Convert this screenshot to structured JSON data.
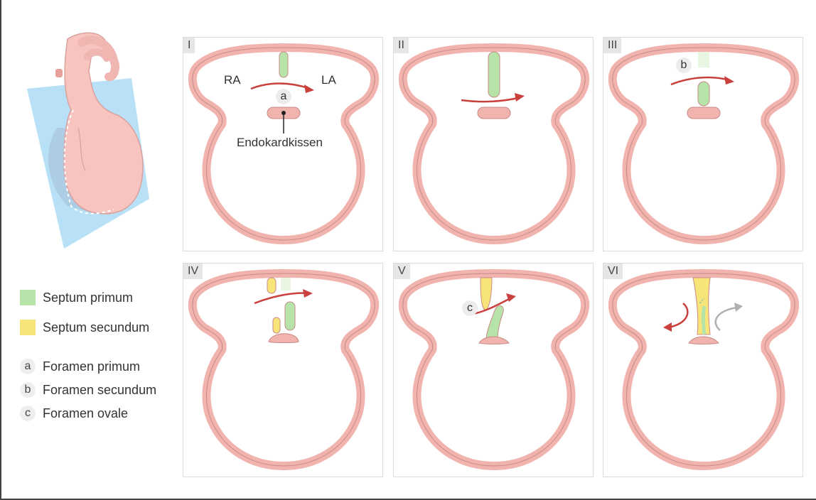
{
  "panels": [
    {
      "label": "I"
    },
    {
      "label": "II"
    },
    {
      "label": "III"
    },
    {
      "label": "IV"
    },
    {
      "label": "V"
    },
    {
      "label": "VI"
    }
  ],
  "annotations": {
    "ra": "RA",
    "la": "LA",
    "endocardial_cushion": "Endokardkissen",
    "a": "a",
    "b": "b",
    "c": "c"
  },
  "legend": {
    "septum_primum": "Septum primum",
    "septum_secundum": "Septum secundum",
    "items": [
      {
        "letter": "a",
        "text": "Foramen primum"
      },
      {
        "letter": "b",
        "text": "Foramen secundum"
      },
      {
        "letter": "c",
        "text": "Foramen ovale"
      }
    ]
  },
  "colors": {
    "heart_wall": "#f2b3ae",
    "heart_outline": "#c98a86",
    "septum_primum": "#b5e3a8",
    "septum_secundum": "#f8e57a",
    "arrow_red": "#c9403c",
    "arrow_gray": "#b0b0b0",
    "plane_blue": "#b8e1f7"
  }
}
